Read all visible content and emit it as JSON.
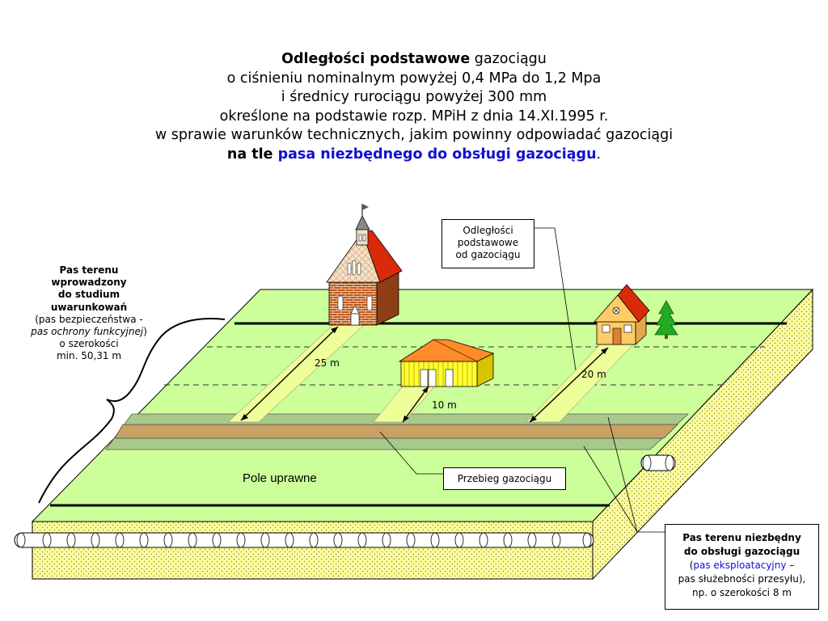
{
  "title": {
    "line1_bold": "Odległości podstawowe",
    "line1_rest": " gazociągu",
    "line2": "o ciśnieniu nominalnym powyżej 0,4 MPa do 1,2 Mpa",
    "line3": "i średnicy rurociągu powyżej 300 mm",
    "line4": "określone na podstawie rozp. MPiH z dnia 14.XI.1995 r.",
    "line5": "w sprawie warunków technicznych, jakim powinny odpowiadać gazociągi",
    "line6_bold": "na tle ",
    "line6_blue": "pasa niezbędnego do obsługi gazociągu",
    "line6_end": "."
  },
  "labels": {
    "basic_distances": [
      "Odległości",
      "podstawowe",
      "od gazociągu"
    ],
    "pipeline_route": "Przebieg gazociągu",
    "field": "Pole uprawne",
    "dim_church": "25 m",
    "dim_barn": "10 m",
    "dim_house": "20 m",
    "left_strip": {
      "l1": "Pas terenu",
      "l2": "wprowadzony",
      "l3": "do studium",
      "l4": "uwarunkowań",
      "l5a": "(pas bezpieczeństwa -",
      "l5b": "pas ochrony funkcyjnej",
      "l5c": ")",
      "l6": "o szerokości",
      "l7": "min. 50,31 m"
    },
    "right_strip": {
      "l1": "Pas terenu niezbędny",
      "l2": "do obsługi gazociągu",
      "l3a": "(",
      "l3b": "pas eksploatacyjny",
      "l3c": " –",
      "l4": "pas służebności przesyłu),",
      "l5": "np. o szerokości 8 m"
    }
  },
  "colors": {
    "field": "#ccff99",
    "side_soil": "#ffff99",
    "pipeline_strip": "#a9c98a",
    "pipeline_core": "#c8a165",
    "distance_strip": "#eeff99",
    "brick": "#b8521e",
    "roof": "#d92b0a",
    "barn": "#ffff33",
    "barn_roof": "#ff8c28",
    "house": "#ffcc66",
    "tree": "#22aa22",
    "blue_text": "#1010d0"
  },
  "icons": [
    "church-icon",
    "barn-icon",
    "house-icon",
    "tree-icon",
    "pipe-icon"
  ]
}
